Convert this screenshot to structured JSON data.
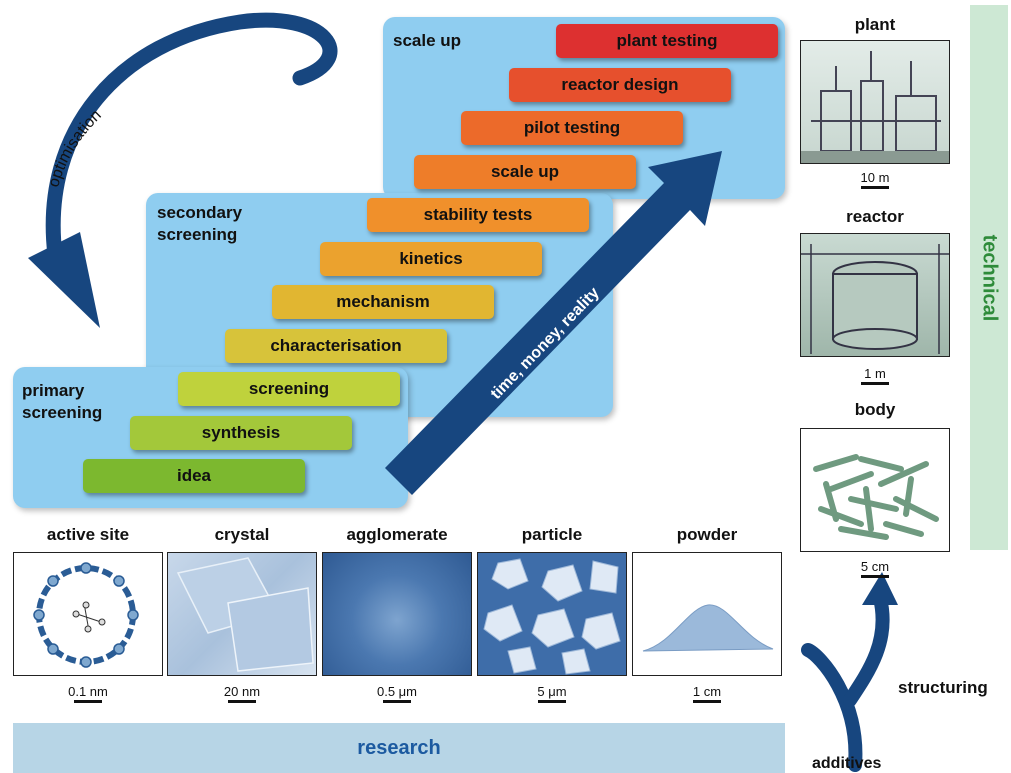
{
  "stages": {
    "primary": "primary\nscreening",
    "secondary": "secondary\nscreening",
    "scale_up": "scale up"
  },
  "steps": [
    {
      "label": "idea",
      "color": "#7cb82f"
    },
    {
      "label": "synthesis",
      "color": "#a3c83a"
    },
    {
      "label": "screening",
      "color": "#bfd23c"
    },
    {
      "label": "characterisation",
      "color": "#d7c33a"
    },
    {
      "label": "mechanism",
      "color": "#e1b631"
    },
    {
      "label": "kinetics",
      "color": "#eba22e"
    },
    {
      "label": "stability tests",
      "color": "#f0902b"
    },
    {
      "label": "scale up",
      "color": "#ee7d29"
    },
    {
      "label": "pilot testing",
      "color": "#ec6a2a"
    },
    {
      "label": "reactor design",
      "color": "#e6502d"
    },
    {
      "label": "plant testing",
      "color": "#dd3030"
    }
  ],
  "arrow_labels": {
    "main": "time, money, reality",
    "optimisation": "optimisation"
  },
  "micrographs": [
    {
      "title": "active site",
      "scale": "0.1 nm"
    },
    {
      "title": "crystal",
      "scale": "20 nm"
    },
    {
      "title": "agglomerate",
      "scale": "0.5 μm"
    },
    {
      "title": "particle",
      "scale": "5 μm"
    },
    {
      "title": "powder",
      "scale": "1 cm"
    }
  ],
  "technical_images": [
    {
      "title": "plant",
      "scale": "10 m"
    },
    {
      "title": "reactor",
      "scale": "1 m"
    },
    {
      "title": "body",
      "scale": "5 cm"
    }
  ],
  "bands": {
    "research": "research",
    "technical": "technical"
  },
  "side_labels": {
    "structuring": "structuring",
    "additives": "additives"
  },
  "colors": {
    "panel": "#8fcdf0",
    "arrow": "#17467f",
    "research_band": "#b7d5e6",
    "technical_band": "#cde8d4"
  }
}
